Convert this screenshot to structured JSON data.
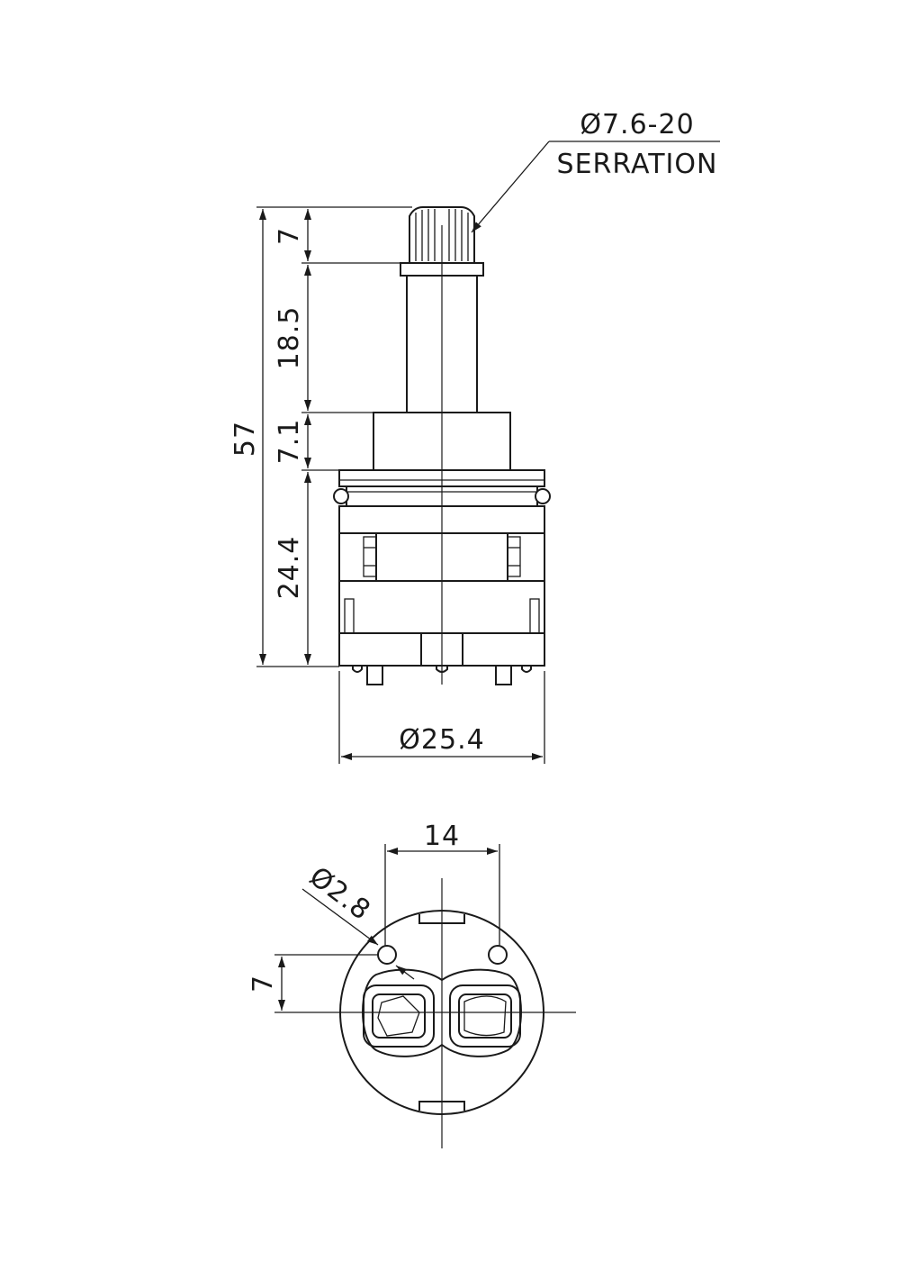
{
  "side_view": {
    "serration_label_line1": "Ø7.6-20",
    "serration_label_line2": "SERRATION",
    "dim_overall_height": "57",
    "dim_serration_height": "7",
    "dim_stem_height": "18.5",
    "dim_collar_height": "7.1",
    "dim_body_height": "24.4",
    "dim_body_diameter": "Ø25.4"
  },
  "bottom_view": {
    "dim_hole_spacing": "14",
    "dim_hole_diameter": "Ø2.8",
    "dim_hole_offset": "7"
  },
  "colors": {
    "line": "#1a1a1a",
    "background": "#ffffff"
  }
}
